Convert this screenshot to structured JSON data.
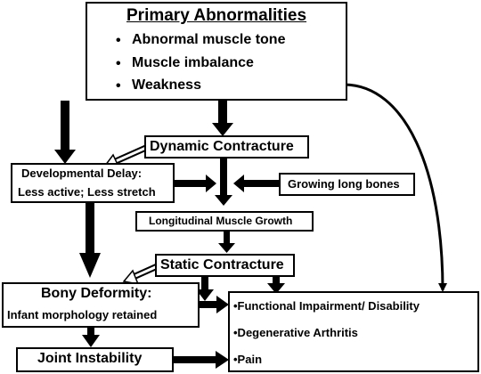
{
  "primary": {
    "title": "Primary Abnormalities",
    "items": [
      "Abnormal muscle tone",
      "Muscle imbalance",
      "Weakness"
    ],
    "bullet": "•"
  },
  "dynamic_contracture": "Dynamic Contracture",
  "developmental_delay": {
    "line1": "Developmental Delay:",
    "line2": "Less active; Less stretch"
  },
  "growing_long_bones": "Growing long bones",
  "longitudinal_growth": "Longitudinal Muscle Growth",
  "static_contracture": "Static Contracture",
  "bony_deformity": {
    "line1": "Bony Deformity:",
    "line2": "Infant morphology retained"
  },
  "joint_instability": "Joint Instability",
  "outcomes": {
    "items": [
      "•Functional Impairment/ Disability",
      "•Degenerative Arthritis",
      "•Pain"
    ]
  }
}
